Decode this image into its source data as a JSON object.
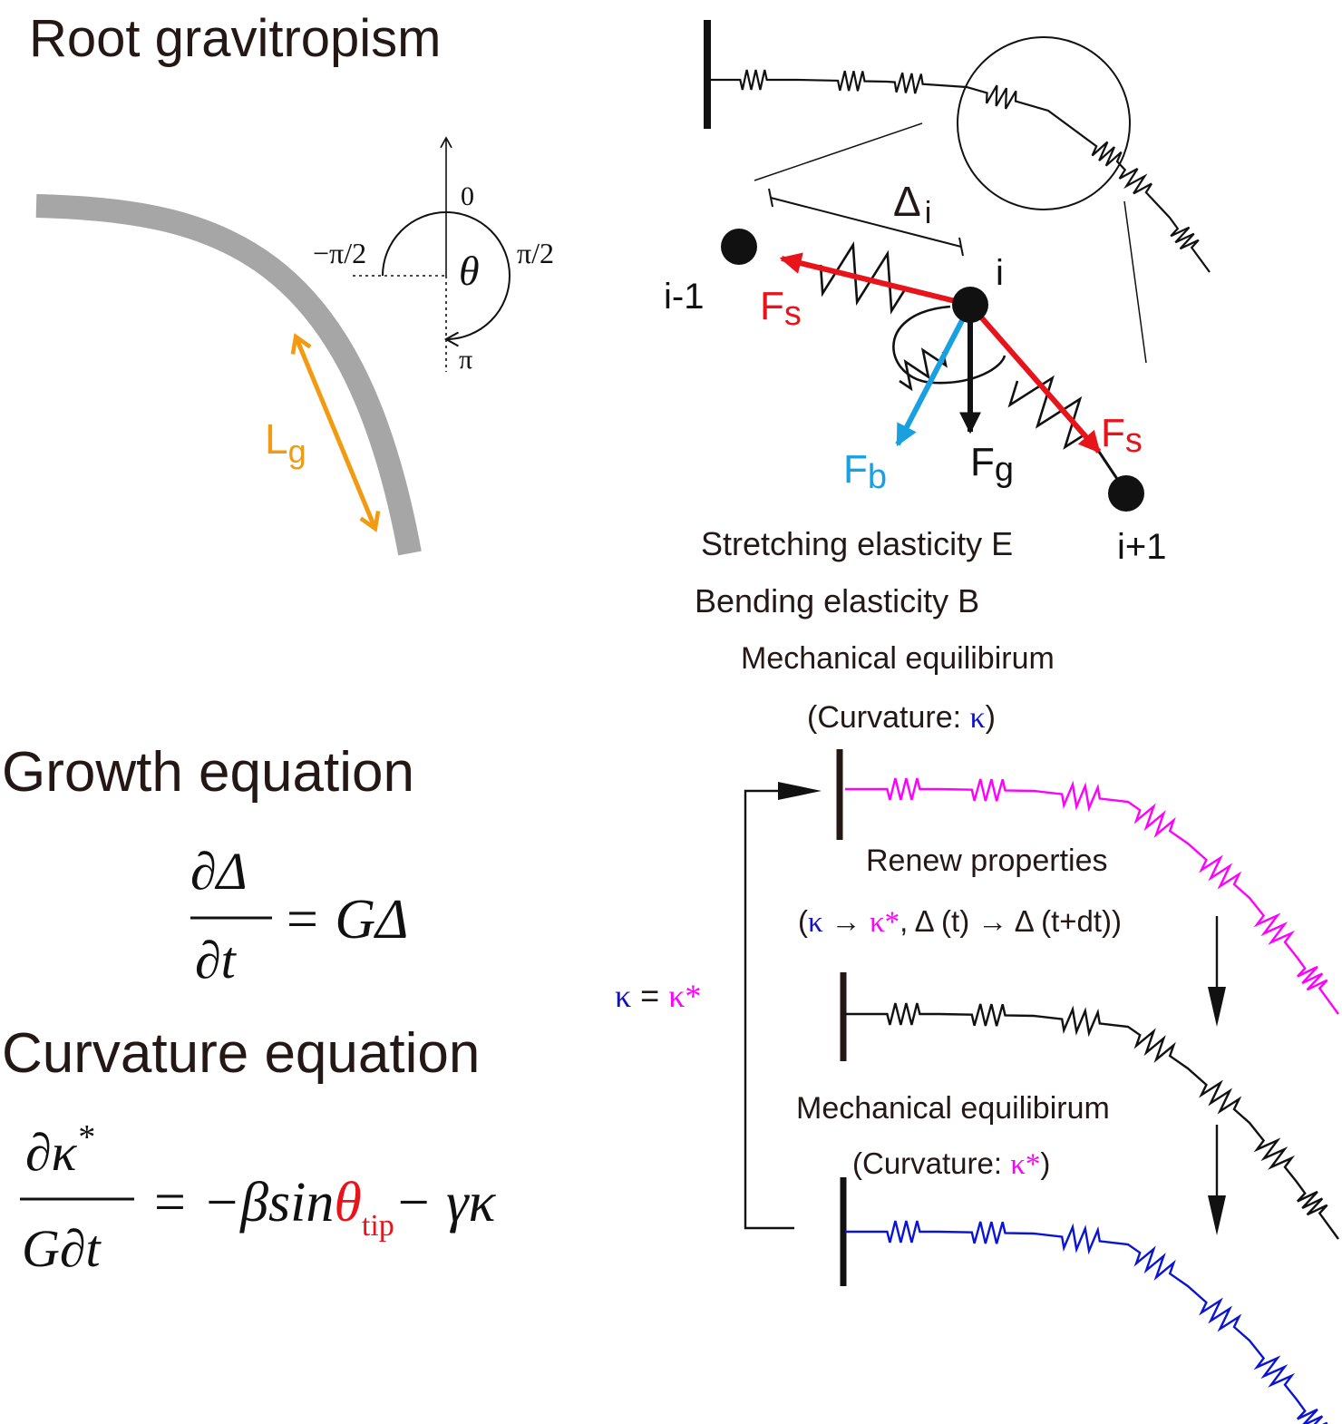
{
  "panels": {
    "root": {
      "title": "Root gravitropism",
      "angle_labels": {
        "zero": "0",
        "minus_half_pi": "−π/2",
        "half_pi": "π/2",
        "pi": "π",
        "theta": "θ"
      },
      "length_label": {
        "main": "L",
        "sub": "g"
      }
    },
    "model": {
      "delta_label": {
        "main": "Δ",
        "sub": "i"
      },
      "node_labels": {
        "prev": "i-1",
        "curr": "i",
        "next": "i+1"
      },
      "force_labels": {
        "fs_left": {
          "main": "F",
          "sub": "s"
        },
        "fs_right": {
          "main": "F",
          "sub": "s"
        },
        "fb": {
          "main": "F",
          "sub": "b"
        },
        "fg": {
          "main": "F",
          "sub": "g"
        }
      },
      "property_lines": [
        "Stretching elasticity E",
        "Bending elasticity B"
      ]
    },
    "loop": {
      "step1_title": "Mechanical equilibirum",
      "step1_sub": {
        "open": "(Curvature: ",
        "kappa": "κ",
        "close": ")"
      },
      "step2_title": "Renew properties",
      "step2_sub": {
        "open": "(",
        "kappa": "κ",
        "arrow1": " → ",
        "kappa_star": "κ*",
        "rest": ",  Δ (t) → Δ (t+dt))"
      },
      "step3_title": "Mechanical equilibirum",
      "step3_sub": {
        "open": "(Curvature: ",
        "kappa_star": "κ*",
        "close": ")"
      },
      "feedback": {
        "kappa": "κ",
        "eq": " = ",
        "kappa_star": "κ*"
      }
    },
    "equations": {
      "growth_title": "Growth equation",
      "growth": {
        "num": "∂Δ",
        "den": "∂t",
        "rhs": "= GΔ"
      },
      "curvature_title": "Curvature equation",
      "curvature": {
        "num": "∂κ",
        "num_sup": "*",
        "den": "G∂t",
        "rhs1": "= −βsin",
        "theta": "θ",
        "theta_sub": "tip",
        "rhs2": "− γκ"
      }
    }
  },
  "colors": {
    "root_gray": "#a6a6a6",
    "length_orange": "#f29b12",
    "force_red": "#e8141c",
    "bend_blue": "#18a0e0",
    "kappa_blue": "#1111cc",
    "kappa_star_magenta": "#ff00ff",
    "loop_blue": "#0a14d2",
    "ink": "#231815"
  }
}
